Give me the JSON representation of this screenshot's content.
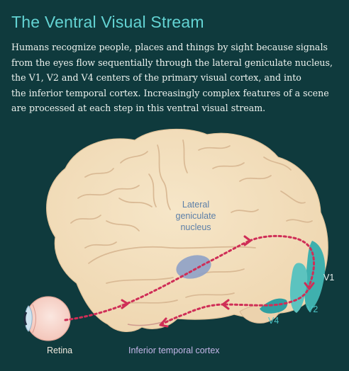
{
  "title": "The Ventral Visual Stream",
  "description_lines": [
    "Humans recognize people, places and things by sight because signals",
    "from the eyes flow sequentially through the lateral geniculate nucleus,",
    "the V1, V2 and V4 centers of the primary visual cortex, and into",
    "the inferior temporal cortex. Increasingly complex features of a scene",
    "are processed at each step in this ventral visual stream."
  ],
  "labels": {
    "lateral_geniculate_nucleus": [
      "Lateral",
      "geniculate",
      "nucleus"
    ],
    "v1": "V1",
    "v2": "V2",
    "v4": "V4",
    "retina": "Retina",
    "inferior_temporal_cortex": "Inferior temporal cortex"
  },
  "colors": {
    "background": "#0f3a3d",
    "title": "#63d3d3",
    "brain": "#f3dfbf",
    "brain_fold": "#d9b994",
    "pathway": "#cf2e57",
    "lgn": "#8ea1c7",
    "visual_cortex": "#47b6b4"
  },
  "icons": [
    "brain-illustration",
    "eye-illustration"
  ]
}
